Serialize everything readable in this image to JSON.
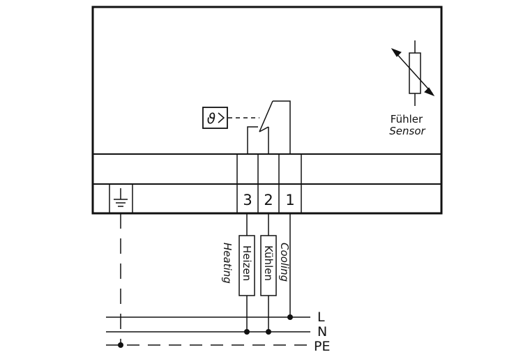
{
  "terminals": [
    "3",
    "2",
    "1"
  ],
  "sensor": {
    "label_de": "Fühler",
    "label_en": "Sensor"
  },
  "loads": [
    {
      "label_de": "Heizen",
      "label_en": "Heating"
    },
    {
      "label_de": "Kühlen",
      "label_en": "Cooling"
    }
  ],
  "supply_lines": [
    "L",
    "N",
    "PE"
  ],
  "icons": {
    "thermostat": "theta-thermostat-icon",
    "ground": "ground-icon",
    "sensor": "variable-resistor-icon"
  }
}
